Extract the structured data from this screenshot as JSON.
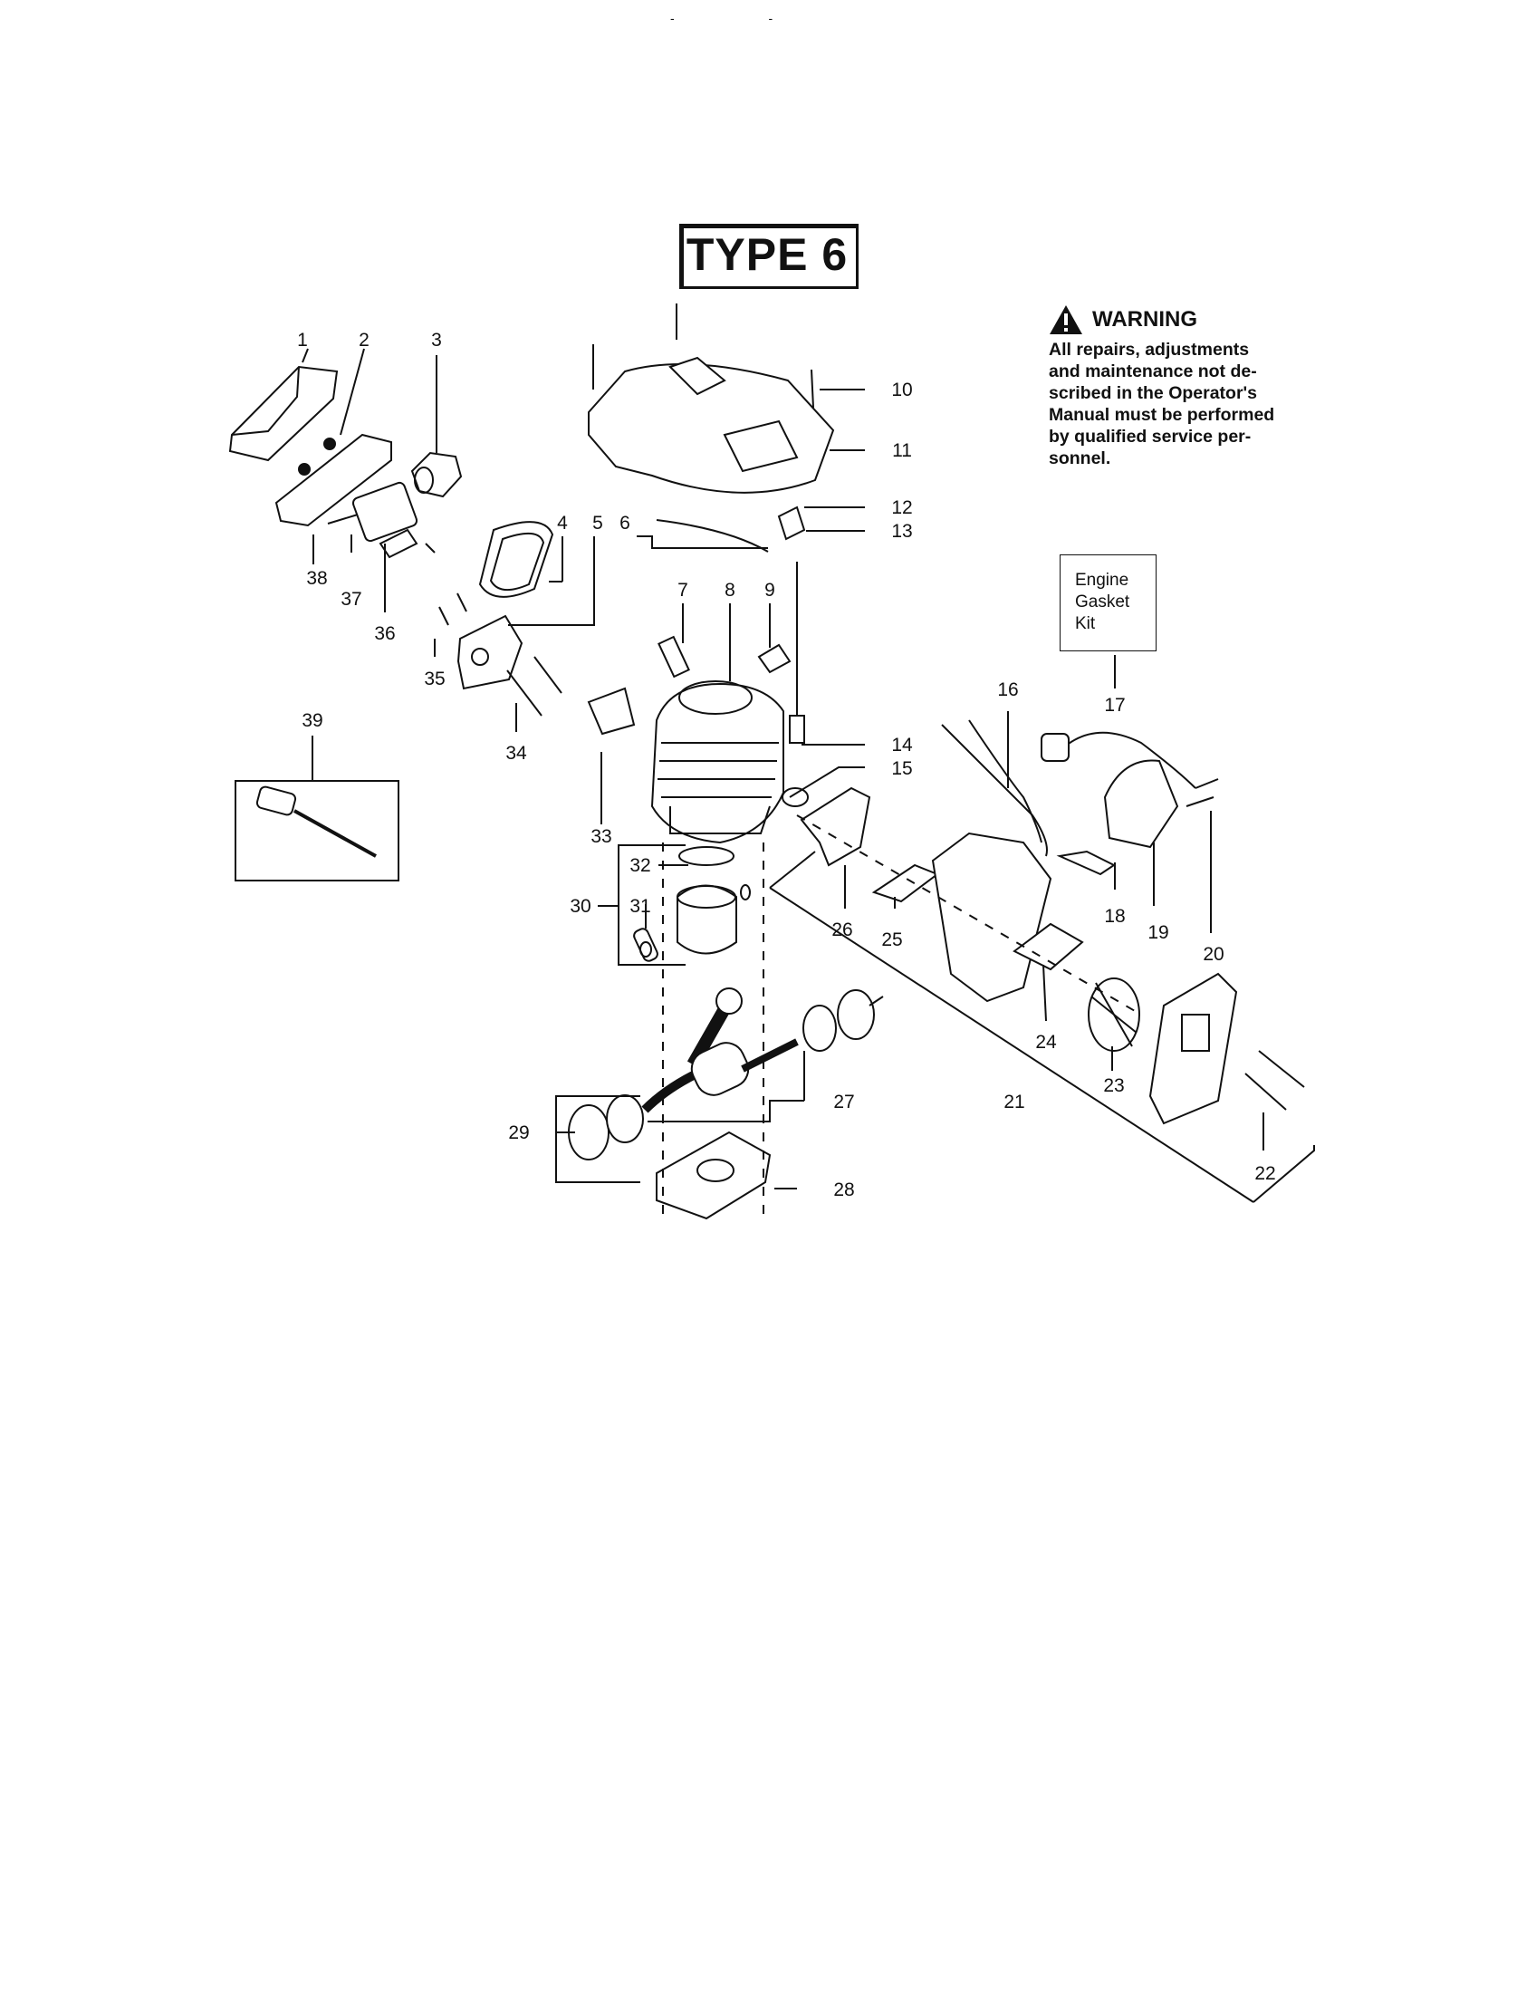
{
  "title": "TYPE 6",
  "top_marks": "-  -",
  "warning": {
    "heading": "WARNING",
    "lines": [
      "All repairs, adjustments",
      "and maintenance not de-",
      "scribed in the Operator's",
      "Manual must be performed",
      "by qualified service per-",
      "sonnel."
    ]
  },
  "kit_box": {
    "lines": [
      "Engine",
      "Gasket",
      "Kit"
    ]
  },
  "part_numbers": [
    "1",
    "2",
    "3",
    "4",
    "5",
    "6",
    "7",
    "8",
    "9",
    "10",
    "11",
    "12",
    "13",
    "14",
    "15",
    "16",
    "17",
    "18",
    "19",
    "20",
    "21",
    "22",
    "23",
    "24",
    "25",
    "26",
    "27",
    "28",
    "29",
    "30",
    "31",
    "32",
    "33",
    "34",
    "35",
    "36",
    "37",
    "38",
    "39"
  ],
  "icons": {
    "warning": "warning-triangle-icon"
  }
}
